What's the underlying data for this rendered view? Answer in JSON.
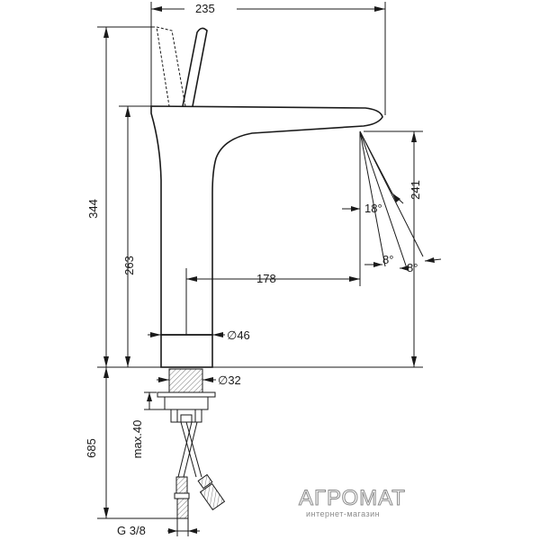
{
  "dimensions": {
    "width_235": "235",
    "height_344": "344",
    "height_263": "263",
    "reach_178": "178",
    "height_241": "241",
    "angle_18": "18°",
    "angle_8a": "8°",
    "angle_8b": "8°",
    "dia_46": "∅46",
    "dia_32": "∅32",
    "max_40": "max.40",
    "length_685": "685",
    "thread": "G 3/8"
  },
  "watermark": {
    "title": "АГРОМАТ",
    "subtitle": "интернет-магазин"
  }
}
